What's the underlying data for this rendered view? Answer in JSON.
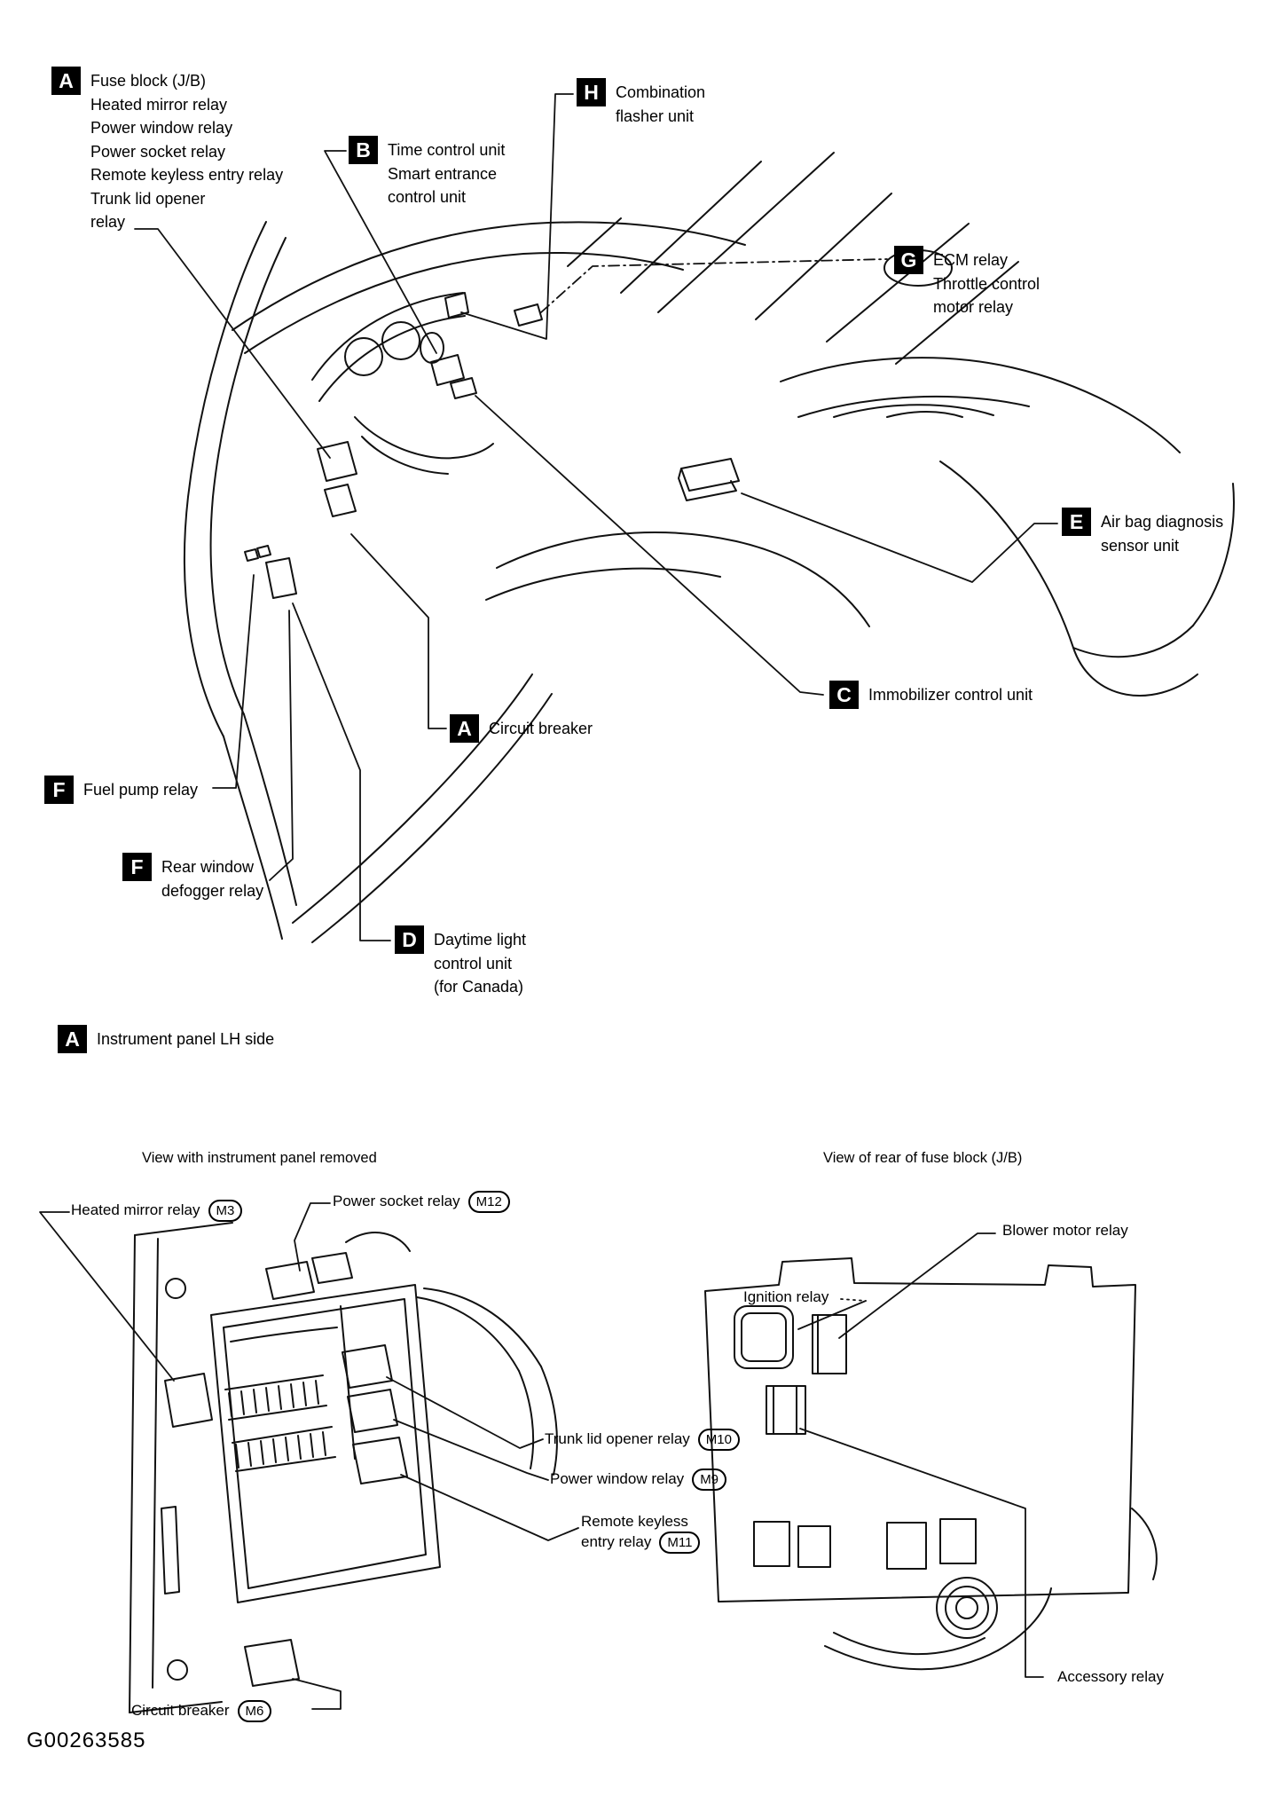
{
  "figure": {
    "id": "G00263585"
  },
  "colors": {
    "ink": "#000000",
    "paper": "#ffffff"
  },
  "main_view": {
    "callouts": [
      {
        "letter": "A",
        "text": "Fuse block (J/B)\nHeated mirror relay\nPower window relay\nPower socket relay\nRemote keyless entry relay\nTrunk lid opener\nrelay"
      },
      {
        "letter": "B",
        "text": "Time control unit\nSmart entrance\ncontrol unit"
      },
      {
        "letter": "H",
        "text": "Combination\nflasher unit"
      },
      {
        "letter": "G",
        "text": "ECM relay\nThrottle control\nmotor relay"
      },
      {
        "letter": "E",
        "text": "Air bag diagnosis\nsensor unit"
      },
      {
        "letter": "C",
        "text": "Immobilizer control unit"
      },
      {
        "letter": "A",
        "text": "Circuit breaker"
      },
      {
        "letter": "F",
        "text": "Fuel pump relay"
      },
      {
        "letter": "F",
        "text": "Rear window\ndefogger relay"
      },
      {
        "letter": "D",
        "text": "Daytime light\ncontrol unit\n(for Canada)"
      }
    ],
    "caption": {
      "letter": "A",
      "text": "Instrument panel LH side"
    }
  },
  "front_view": {
    "title": "View with instrument panel removed",
    "labels": [
      {
        "text": "Heated mirror relay",
        "tag": "M3"
      },
      {
        "text": "Power socket relay",
        "tag": "M12"
      },
      {
        "text": "Trunk lid opener relay",
        "tag": "M10"
      },
      {
        "text": "Power window relay",
        "tag": "M9"
      },
      {
        "text": "Remote keyless\nentry relay",
        "tag": "M11"
      },
      {
        "text": "Circuit breaker",
        "tag": "M6"
      }
    ]
  },
  "rear_view": {
    "title": "View of rear of fuse block (J/B)",
    "labels": [
      {
        "text": "Blower motor relay"
      },
      {
        "text": "Ignition relay"
      },
      {
        "text": "Accessory relay"
      }
    ]
  }
}
